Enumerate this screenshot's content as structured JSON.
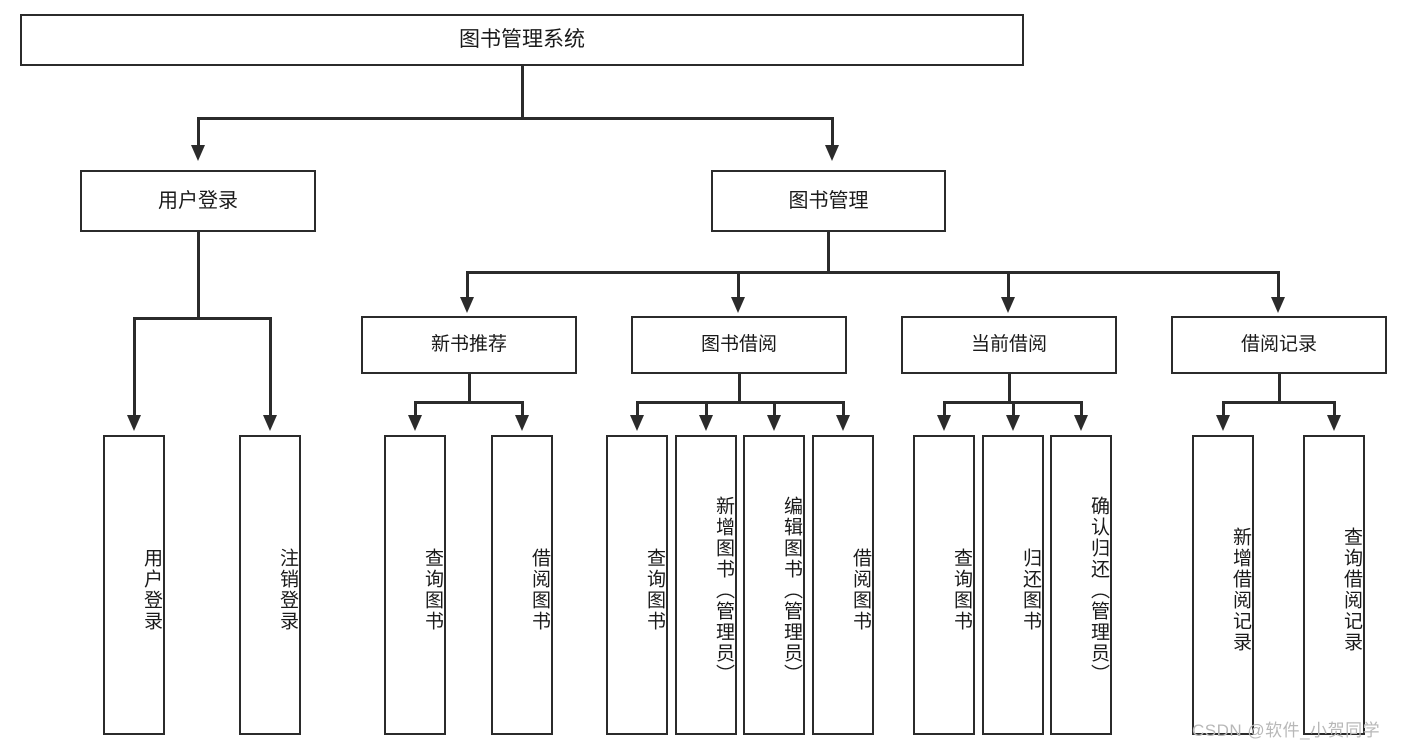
{
  "diagram": {
    "title": "图书管理系统",
    "root": {
      "label": "图书管理系统"
    },
    "level2": [
      {
        "label": "用户登录"
      },
      {
        "label": "图书管理"
      }
    ],
    "level3": [
      {
        "label": "新书推荐"
      },
      {
        "label": "图书借阅"
      },
      {
        "label": "当前借阅"
      },
      {
        "label": "借阅记录"
      }
    ],
    "leaves": [
      {
        "label": "用户登录"
      },
      {
        "label": "注销登录"
      },
      {
        "label": "查询图书"
      },
      {
        "label": "借阅图书"
      },
      {
        "label": "查询图书"
      },
      {
        "label": "新增图书（管理员）"
      },
      {
        "label": "编辑图书（管理员）"
      },
      {
        "label": "借阅图书"
      },
      {
        "label": "查询图书"
      },
      {
        "label": "归还图书"
      },
      {
        "label": "确认归还（管理员）"
      },
      {
        "label": "新增借阅记录"
      },
      {
        "label": "查询借阅记录"
      }
    ]
  },
  "watermark": {
    "text": "CSDN @软件_小贺同学"
  },
  "colors": {
    "stroke": "#2b2b2b",
    "fill": "#ffffff",
    "text": "#1a1a1a",
    "watermark": "#b8b8b8"
  }
}
